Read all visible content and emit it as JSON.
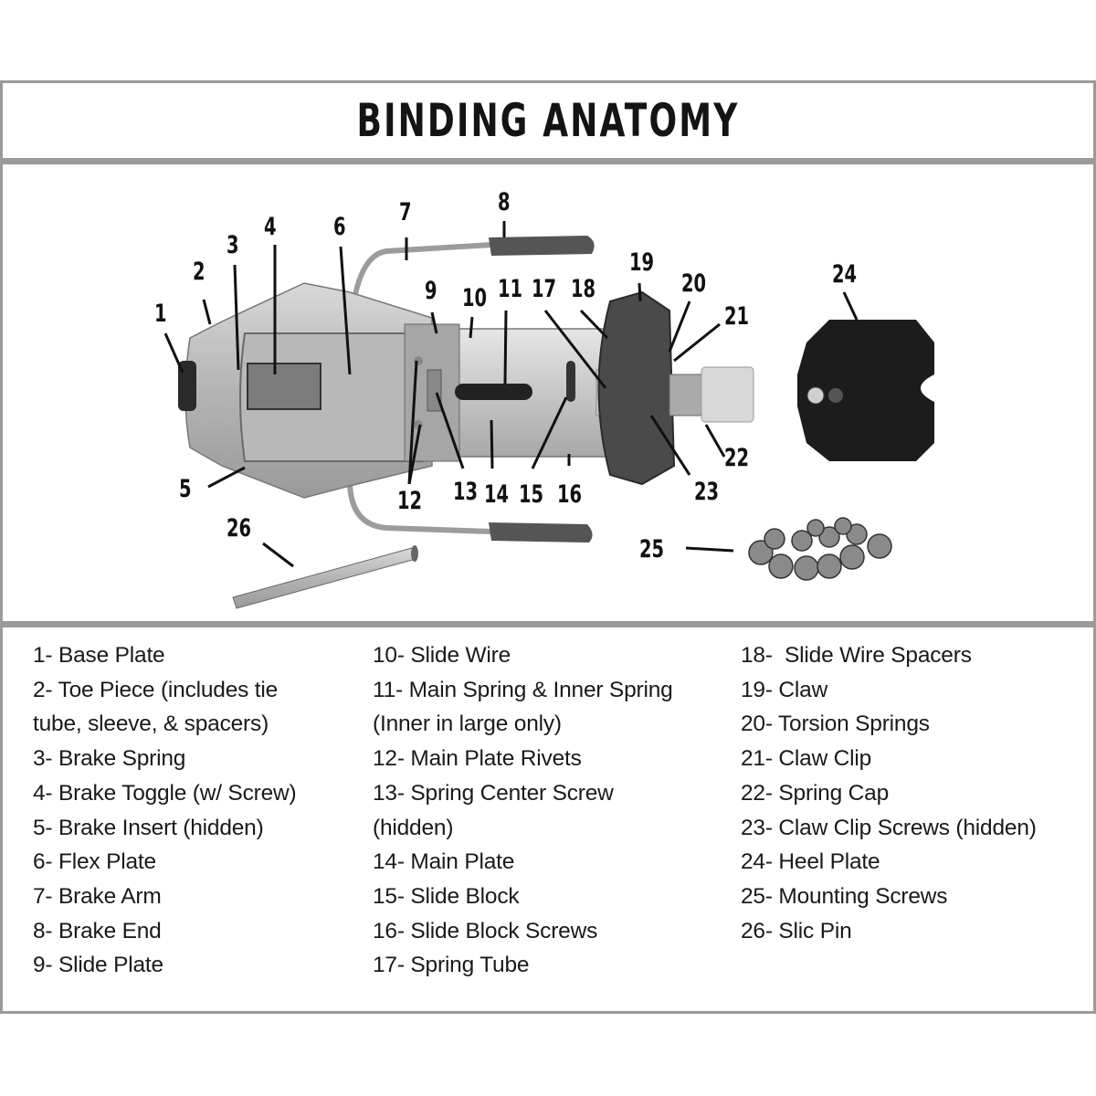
{
  "title": "BINDING ANATOMY",
  "callouts": [
    "1",
    "2",
    "3",
    "4",
    "5",
    "6",
    "7",
    "8",
    "9",
    "10",
    "11",
    "12",
    "13",
    "14",
    "15",
    "16",
    "17",
    "18",
    "19",
    "20",
    "21",
    "22",
    "23",
    "24",
    "25",
    "26"
  ],
  "legend": {
    "col1": [
      "1- Base Plate",
      "2- Toe Piece (includes tie",
      "tube, sleeve, & spacers)",
      "3- Brake Spring",
      "4- Brake Toggle (w/ Screw)",
      "5- Brake Insert (hidden)",
      "6- Flex Plate",
      "7- Brake Arm",
      "8- Brake End",
      "9- Slide Plate"
    ],
    "col2": [
      "10- Slide Wire",
      "11- Main Spring & Inner Spring",
      "(Inner in large only)",
      "12- Main Plate Rivets",
      "13- Spring Center Screw",
      "(hidden)",
      "14- Main Plate",
      "15- Slide Block",
      "16- Slide Block Screws",
      "17- Spring Tube"
    ],
    "col3": [
      "18-  Slide Wire Spacers",
      "19- Claw",
      "20- Torsion Springs",
      "21- Claw Clip",
      "22- Spring Cap",
      "23- Claw Clip Screws (hidden)",
      "24- Heel Plate",
      "25- Mounting Screws",
      "26- Slic Pin"
    ]
  },
  "colors": {
    "frame": "#9a9a9a",
    "text": "#141414",
    "metal": "#bdbdbd",
    "rubber": "#4a4a4a",
    "heel": "#1c1c1c"
  }
}
